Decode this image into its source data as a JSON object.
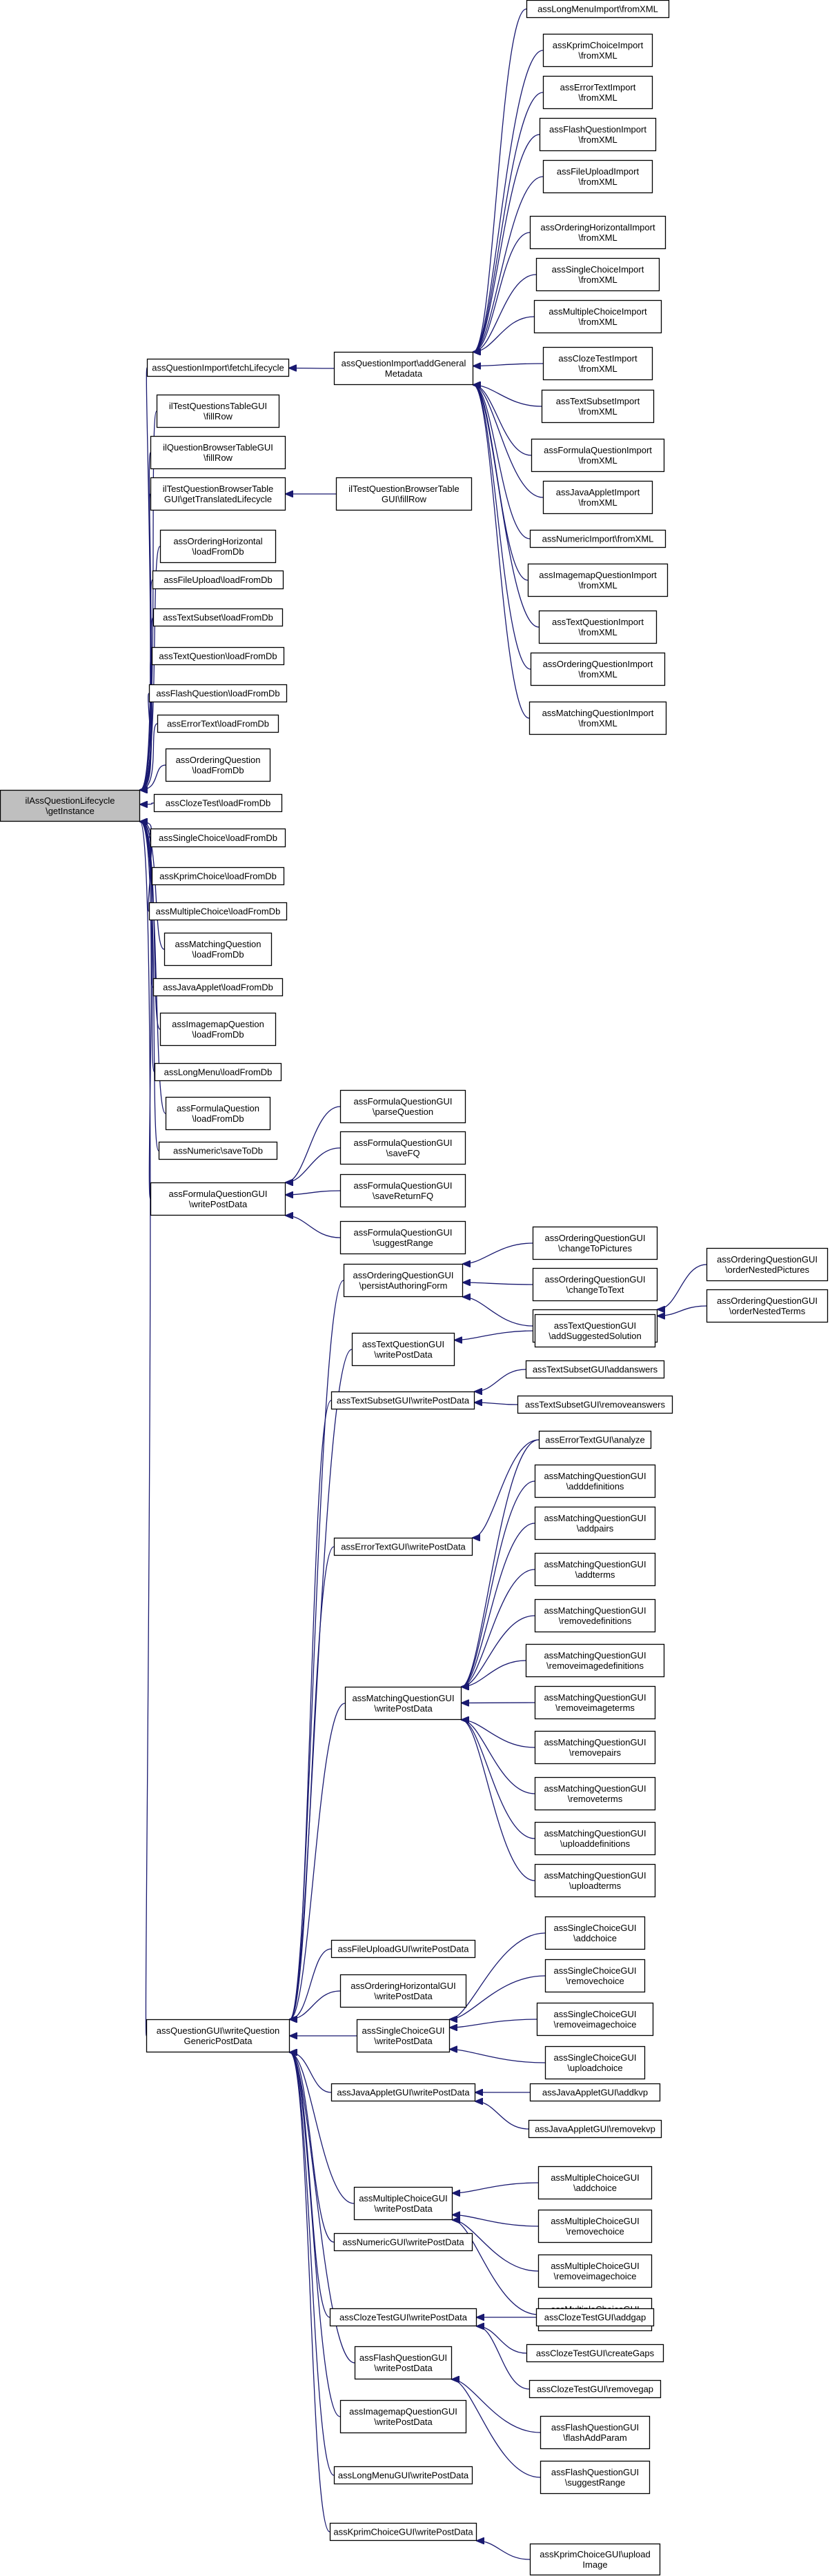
{
  "graph": {
    "root": "root",
    "nodes": [
      {
        "id": "root",
        "lines": [
          "ilAssQuestionLifecycle",
          "\\getInstance"
        ]
      },
      {
        "id": "a1",
        "lines": [
          "assQuestionImport\\fetchLifecycle"
        ]
      },
      {
        "id": "a2",
        "lines": [
          "ilTestQuestionsTableGUI",
          "\\fillRow"
        ]
      },
      {
        "id": "a3",
        "lines": [
          "ilQuestionBrowserTableGUI",
          "\\fillRow"
        ]
      },
      {
        "id": "a4",
        "lines": [
          "ilTestQuestionBrowserTable",
          "GUI\\getTranslatedLifecycle"
        ]
      },
      {
        "id": "a5",
        "lines": [
          "assOrderingHorizontal",
          "\\loadFromDb"
        ]
      },
      {
        "id": "a6",
        "lines": [
          "assFileUpload\\loadFromDb"
        ]
      },
      {
        "id": "a7",
        "lines": [
          "assTextSubset\\loadFromDb"
        ]
      },
      {
        "id": "a8",
        "lines": [
          "assTextQuestion\\loadFromDb"
        ]
      },
      {
        "id": "a9",
        "lines": [
          "assFlashQuestion\\loadFromDb"
        ]
      },
      {
        "id": "a10",
        "lines": [
          "assErrorText\\loadFromDb"
        ]
      },
      {
        "id": "a11",
        "lines": [
          "assOrderingQuestion",
          "\\loadFromDb"
        ]
      },
      {
        "id": "a12",
        "lines": [
          "assClozeTest\\loadFromDb"
        ]
      },
      {
        "id": "a13",
        "lines": [
          "assSingleChoice\\loadFromDb"
        ]
      },
      {
        "id": "a14",
        "lines": [
          "assKprimChoice\\loadFromDb"
        ]
      },
      {
        "id": "a15",
        "lines": [
          "assMultipleChoice\\loadFromDb"
        ]
      },
      {
        "id": "a16",
        "lines": [
          "assMatchingQuestion",
          "\\loadFromDb"
        ]
      },
      {
        "id": "a17",
        "lines": [
          "assJavaApplet\\loadFromDb"
        ]
      },
      {
        "id": "a18",
        "lines": [
          "assImagemapQuestion",
          "\\loadFromDb"
        ]
      },
      {
        "id": "a19",
        "lines": [
          "assLongMenu\\loadFromDb"
        ]
      },
      {
        "id": "a20",
        "lines": [
          "assFormulaQuestion",
          "\\loadFromDb"
        ]
      },
      {
        "id": "a21",
        "lines": [
          "assNumeric\\saveToDb"
        ]
      },
      {
        "id": "a22",
        "lines": [
          "assFormulaQuestionGUI",
          "\\writePostData"
        ]
      },
      {
        "id": "a23",
        "lines": [
          "assQuestionGUI\\writeQuestion",
          "GenericPostData"
        ]
      },
      {
        "id": "b1",
        "lines": [
          "assQuestionImport\\addGeneral",
          "Metadata"
        ]
      },
      {
        "id": "b2",
        "lines": [
          "ilTestQuestionBrowserTable",
          "GUI\\fillRow"
        ]
      },
      {
        "id": "c1",
        "lines": [
          "assLongMenuImport\\fromXML"
        ]
      },
      {
        "id": "c2",
        "lines": [
          "assKprimChoiceImport",
          "\\fromXML"
        ]
      },
      {
        "id": "c3",
        "lines": [
          "assErrorTextImport",
          "\\fromXML"
        ]
      },
      {
        "id": "c4",
        "lines": [
          "assFlashQuestionImport",
          "\\fromXML"
        ]
      },
      {
        "id": "c5",
        "lines": [
          "assFileUploadImport",
          "\\fromXML"
        ]
      },
      {
        "id": "c6",
        "lines": [
          "assOrderingHorizontalImport",
          "\\fromXML"
        ]
      },
      {
        "id": "c7",
        "lines": [
          "assSingleChoiceImport",
          "\\fromXML"
        ]
      },
      {
        "id": "c8",
        "lines": [
          "assMultipleChoiceImport",
          "\\fromXML"
        ]
      },
      {
        "id": "c9",
        "lines": [
          "assClozeTestImport",
          "\\fromXML"
        ]
      },
      {
        "id": "c10",
        "lines": [
          "assTextSubsetImport",
          "\\fromXML"
        ]
      },
      {
        "id": "c11",
        "lines": [
          "assFormulaQuestionImport",
          "\\fromXML"
        ]
      },
      {
        "id": "c12",
        "lines": [
          "assJavaAppletImport",
          "\\fromXML"
        ]
      },
      {
        "id": "c13",
        "lines": [
          "assNumericImport\\fromXML"
        ]
      },
      {
        "id": "c14",
        "lines": [
          "assImagemapQuestionImport",
          "\\fromXML"
        ]
      },
      {
        "id": "c15",
        "lines": [
          "assTextQuestionImport",
          "\\fromXML"
        ]
      },
      {
        "id": "c16",
        "lines": [
          "assOrderingQuestionImport",
          "\\fromXML"
        ]
      },
      {
        "id": "c17",
        "lines": [
          "assMatchingQuestionImport",
          "\\fromXML"
        ]
      },
      {
        "id": "f1",
        "lines": [
          "assFormulaQuestionGUI",
          "\\parseQuestion"
        ]
      },
      {
        "id": "f2",
        "lines": [
          "assFormulaQuestionGUI",
          "\\saveFQ"
        ]
      },
      {
        "id": "f3",
        "lines": [
          "assFormulaQuestionGUI",
          "\\saveReturnFQ"
        ]
      },
      {
        "id": "f4",
        "lines": [
          "assFormulaQuestionGUI",
          "\\suggestRange"
        ]
      },
      {
        "id": "w1",
        "lines": [
          "assOrderingQuestionGUI",
          "\\persistAuthoringForm"
        ]
      },
      {
        "id": "w2",
        "lines": [
          "assTextQuestionGUI",
          "\\writePostData"
        ]
      },
      {
        "id": "w3",
        "lines": [
          "assTextSubsetGUI\\writePostData"
        ]
      },
      {
        "id": "w4",
        "lines": [
          "assErrorTextGUI\\writePostData"
        ]
      },
      {
        "id": "w5",
        "lines": [
          "assMatchingQuestionGUI",
          "\\writePostData"
        ]
      },
      {
        "id": "w6",
        "lines": [
          "assFileUploadGUI\\writePostData"
        ]
      },
      {
        "id": "w7",
        "lines": [
          "assOrderingHorizontalGUI",
          "\\writePostData"
        ]
      },
      {
        "id": "w8",
        "lines": [
          "assSingleChoiceGUI",
          "\\writePostData"
        ]
      },
      {
        "id": "w9",
        "lines": [
          "assJavaAppletGUI\\writePostData"
        ]
      },
      {
        "id": "w10",
        "lines": [
          "assMultipleChoiceGUI",
          "\\writePostData"
        ]
      },
      {
        "id": "w11",
        "lines": [
          "assNumericGUI\\writePostData"
        ]
      },
      {
        "id": "w12",
        "lines": [
          "assClozeTestGUI\\writePostData"
        ]
      },
      {
        "id": "w13",
        "lines": [
          "assFlashQuestionGUI",
          "\\writePostData"
        ]
      },
      {
        "id": "w14",
        "lines": [
          "assImagemapQuestionGUI",
          "\\writePostData"
        ]
      },
      {
        "id": "w15",
        "lines": [
          "assLongMenuGUI\\writePostData"
        ]
      },
      {
        "id": "w16",
        "lines": [
          "assKprimChoiceGUI\\writePostData"
        ]
      },
      {
        "id": "o1",
        "lines": [
          "assOrderingQuestionGUI",
          "\\changeToPictures"
        ]
      },
      {
        "id": "o2",
        "lines": [
          "assOrderingQuestionGUI",
          "\\changeToText"
        ]
      },
      {
        "id": "o3",
        "lines": [
          "assOrderingQuestionGUI",
          "\\writePostData"
        ]
      },
      {
        "id": "o4",
        "lines": [
          "assOrderingQuestionGUI",
          "\\orderNestedPictures"
        ]
      },
      {
        "id": "o5",
        "lines": [
          "assOrderingQuestionGUI",
          "\\orderNestedTerms"
        ]
      },
      {
        "id": "t1",
        "lines": [
          "assTextQuestionGUI",
          "\\addSuggestedSolution"
        ]
      },
      {
        "id": "s1",
        "lines": [
          "assTextSubsetGUI\\addanswers"
        ]
      },
      {
        "id": "s2",
        "lines": [
          "assTextSubsetGUI\\removeanswers"
        ]
      },
      {
        "id": "e1",
        "lines": [
          "assErrorTextGUI\\analyze"
        ]
      },
      {
        "id": "m1",
        "lines": [
          "assMatchingQuestionGUI",
          "\\adddefinitions"
        ]
      },
      {
        "id": "m2",
        "lines": [
          "assMatchingQuestionGUI",
          "\\addpairs"
        ]
      },
      {
        "id": "m3",
        "lines": [
          "assMatchingQuestionGUI",
          "\\addterms"
        ]
      },
      {
        "id": "m4",
        "lines": [
          "assMatchingQuestionGUI",
          "\\removedefinitions"
        ]
      },
      {
        "id": "m5",
        "lines": [
          "assMatchingQuestionGUI",
          "\\removeimagedefinitions"
        ]
      },
      {
        "id": "m6",
        "lines": [
          "assMatchingQuestionGUI",
          "\\removeimageterms"
        ]
      },
      {
        "id": "m7",
        "lines": [
          "assMatchingQuestionGUI",
          "\\removepairs"
        ]
      },
      {
        "id": "m8",
        "lines": [
          "assMatchingQuestionGUI",
          "\\removeterms"
        ]
      },
      {
        "id": "m9",
        "lines": [
          "assMatchingQuestionGUI",
          "\\uploaddefinitions"
        ]
      },
      {
        "id": "m10",
        "lines": [
          "assMatchingQuestionGUI",
          "\\uploadterms"
        ]
      },
      {
        "id": "sc1",
        "lines": [
          "assSingleChoiceGUI",
          "\\addchoice"
        ]
      },
      {
        "id": "sc2",
        "lines": [
          "assSingleChoiceGUI",
          "\\removechoice"
        ]
      },
      {
        "id": "sc3",
        "lines": [
          "assSingleChoiceGUI",
          "\\removeimagechoice"
        ]
      },
      {
        "id": "sc4",
        "lines": [
          "assSingleChoiceGUI",
          "\\uploadchoice"
        ]
      },
      {
        "id": "j1",
        "lines": [
          "assJavaAppletGUI\\addkvp"
        ]
      },
      {
        "id": "j2",
        "lines": [
          "assJavaAppletGUI\\removekvp"
        ]
      },
      {
        "id": "mc1",
        "lines": [
          "assMultipleChoiceGUI",
          "\\addchoice"
        ]
      },
      {
        "id": "mc2",
        "lines": [
          "assMultipleChoiceGUI",
          "\\removechoice"
        ]
      },
      {
        "id": "mc3",
        "lines": [
          "assMultipleChoiceGUI",
          "\\removeimagechoice"
        ]
      },
      {
        "id": "mc4",
        "lines": [
          "assMultipleChoiceGUI",
          "\\uploadchoice"
        ]
      },
      {
        "id": "ct1",
        "lines": [
          "assClozeTestGUI\\addgap"
        ]
      },
      {
        "id": "ct2",
        "lines": [
          "assClozeTestGUI\\createGaps"
        ]
      },
      {
        "id": "ct3",
        "lines": [
          "assClozeTestGUI\\removegap"
        ]
      },
      {
        "id": "fl1",
        "lines": [
          "assFlashQuestionGUI",
          "\\flashAddParam"
        ]
      },
      {
        "id": "fl2",
        "lines": [
          "assFlashQuestionGUI",
          "\\suggestRange"
        ]
      },
      {
        "id": "k1",
        "lines": [
          "assKprimChoiceGUI\\upload",
          "Image"
        ]
      }
    ],
    "edges": [
      [
        "root",
        "a1"
      ],
      [
        "root",
        "a2"
      ],
      [
        "root",
        "a3"
      ],
      [
        "root",
        "a4"
      ],
      [
        "root",
        "a5"
      ],
      [
        "root",
        "a6"
      ],
      [
        "root",
        "a7"
      ],
      [
        "root",
        "a8"
      ],
      [
        "root",
        "a9"
      ],
      [
        "root",
        "a10"
      ],
      [
        "root",
        "a11"
      ],
      [
        "root",
        "a12"
      ],
      [
        "root",
        "a13"
      ],
      [
        "root",
        "a14"
      ],
      [
        "root",
        "a15"
      ],
      [
        "root",
        "a16"
      ],
      [
        "root",
        "a17"
      ],
      [
        "root",
        "a18"
      ],
      [
        "root",
        "a19"
      ],
      [
        "root",
        "a20"
      ],
      [
        "root",
        "a21"
      ],
      [
        "root",
        "a22"
      ],
      [
        "root",
        "a23"
      ],
      [
        "a1",
        "b1"
      ],
      [
        "a4",
        "b2"
      ],
      [
        "b1",
        "c1"
      ],
      [
        "b1",
        "c2"
      ],
      [
        "b1",
        "c3"
      ],
      [
        "b1",
        "c4"
      ],
      [
        "b1",
        "c5"
      ],
      [
        "b1",
        "c6"
      ],
      [
        "b1",
        "c7"
      ],
      [
        "b1",
        "c8"
      ],
      [
        "b1",
        "c9"
      ],
      [
        "b1",
        "c10"
      ],
      [
        "b1",
        "c11"
      ],
      [
        "b1",
        "c12"
      ],
      [
        "b1",
        "c13"
      ],
      [
        "b1",
        "c14"
      ],
      [
        "b1",
        "c15"
      ],
      [
        "b1",
        "c16"
      ],
      [
        "b1",
        "c17"
      ],
      [
        "a22",
        "f1"
      ],
      [
        "a22",
        "f2"
      ],
      [
        "a22",
        "f3"
      ],
      [
        "a22",
        "f4"
      ],
      [
        "a23",
        "w1"
      ],
      [
        "a23",
        "w2"
      ],
      [
        "a23",
        "w3"
      ],
      [
        "a23",
        "w4"
      ],
      [
        "a23",
        "w5"
      ],
      [
        "a23",
        "w6"
      ],
      [
        "a23",
        "w7"
      ],
      [
        "a23",
        "w8"
      ],
      [
        "a23",
        "w9"
      ],
      [
        "a23",
        "w10"
      ],
      [
        "a23",
        "w11"
      ],
      [
        "a23",
        "w12"
      ],
      [
        "a23",
        "w13"
      ],
      [
        "a23",
        "w14"
      ],
      [
        "a23",
        "w15"
      ],
      [
        "a23",
        "w16"
      ],
      [
        "w1",
        "o1"
      ],
      [
        "w1",
        "o2"
      ],
      [
        "w1",
        "o3"
      ],
      [
        "o3",
        "o4"
      ],
      [
        "o3",
        "o5"
      ],
      [
        "w2",
        "t1"
      ],
      [
        "w3",
        "s1"
      ],
      [
        "w3",
        "s2"
      ],
      [
        "w4",
        "e1"
      ],
      [
        "w5",
        "e1"
      ],
      [
        "w5",
        "m1"
      ],
      [
        "w5",
        "m2"
      ],
      [
        "w5",
        "m3"
      ],
      [
        "w5",
        "m4"
      ],
      [
        "w5",
        "m5"
      ],
      [
        "w5",
        "m6"
      ],
      [
        "w5",
        "m7"
      ],
      [
        "w5",
        "m8"
      ],
      [
        "w5",
        "m9"
      ],
      [
        "w5",
        "m10"
      ],
      [
        "w8",
        "sc1"
      ],
      [
        "w8",
        "sc2"
      ],
      [
        "w8",
        "sc3"
      ],
      [
        "w8",
        "sc4"
      ],
      [
        "w9",
        "j1"
      ],
      [
        "w9",
        "j2"
      ],
      [
        "w10",
        "mc1"
      ],
      [
        "w10",
        "mc2"
      ],
      [
        "w10",
        "mc3"
      ],
      [
        "w10",
        "mc4"
      ],
      [
        "w12",
        "ct1"
      ],
      [
        "w12",
        "ct2"
      ],
      [
        "w12",
        "ct3"
      ],
      [
        "w13",
        "fl1"
      ],
      [
        "w13",
        "fl2"
      ],
      [
        "w16",
        "k1"
      ]
    ]
  }
}
